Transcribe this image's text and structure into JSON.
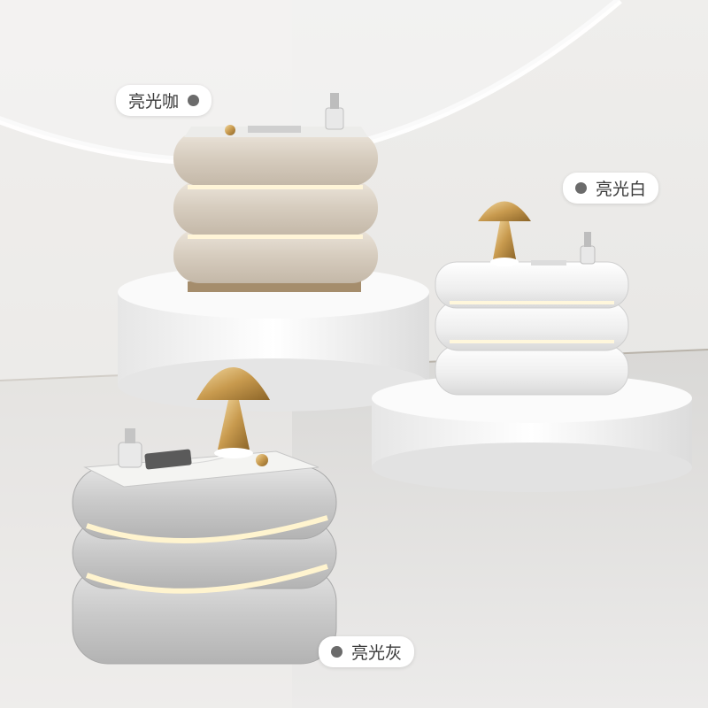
{
  "labels": {
    "coffee": "亮光咖",
    "white": "亮光白",
    "gray": "亮光灰"
  },
  "colors": {
    "background": "#e9e8e6",
    "coffee_finish": "#d9cfc2",
    "white_finish": "#f4f4f4",
    "gray_finish": "#cfcfcf",
    "lamp_gold": "#c89a4e",
    "label_dot": "#6b6b6b"
  }
}
